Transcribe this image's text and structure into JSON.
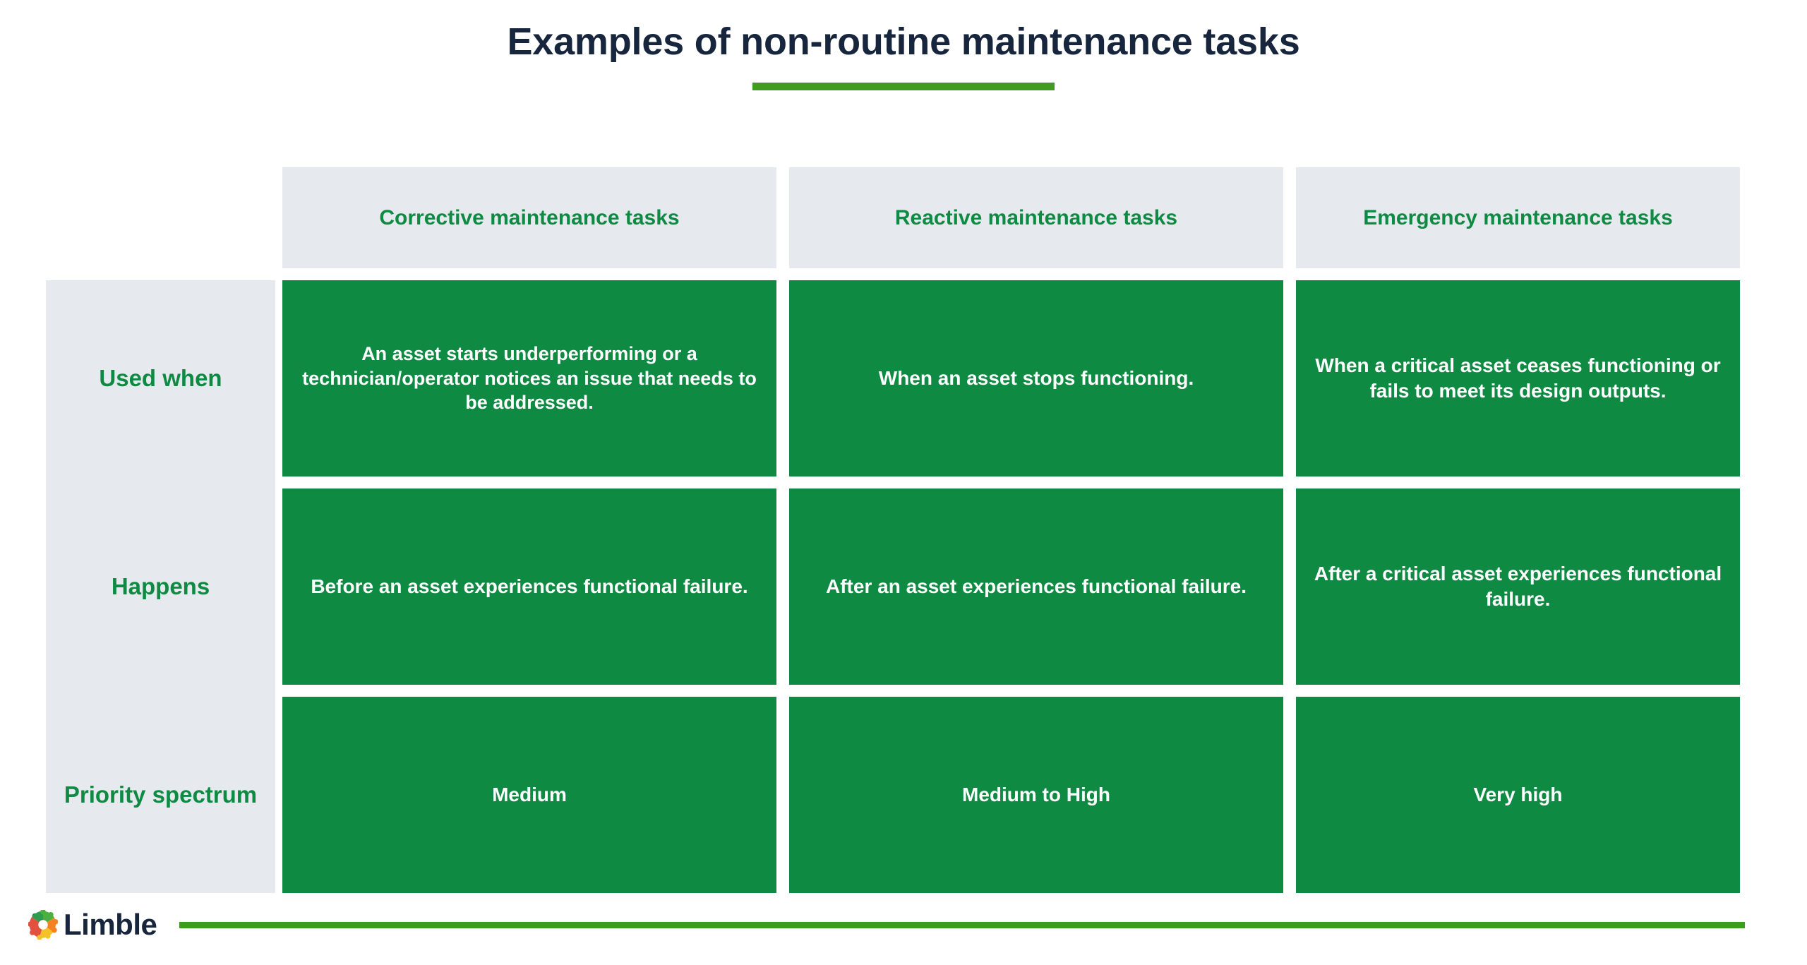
{
  "title": {
    "text": "Examples of non-routine maintenance tasks",
    "accent_color": "#3f9c21",
    "text_color": "#17263c"
  },
  "colors": {
    "cell_green": "#0e8a43",
    "header_gray": "#e6eaef",
    "accent_green": "#3f9c21",
    "navy": "#17263c",
    "cell_text": "#ffffff"
  },
  "table": {
    "corner_label": "",
    "columns": [
      {
        "label": "Corrective maintenance tasks"
      },
      {
        "label": "Reactive maintenance tasks"
      },
      {
        "label": "Emergency maintenance tasks"
      }
    ],
    "rows": [
      {
        "label": "Used when",
        "cells": [
          "An asset starts underperforming or a technician/operator notices an issue that needs to be addressed.",
          "When an asset stops functioning.",
          "When a critical asset ceases functioning or fails to meet its design outputs."
        ]
      },
      {
        "label": "Happens",
        "cells": [
          "Before an asset experiences functional failure.",
          "After an asset experiences functional failure.",
          "After a critical asset experiences functional failure."
        ]
      },
      {
        "label": "Priority spectrum",
        "cells": [
          "Medium",
          "Medium to High",
          "Very high"
        ]
      }
    ]
  },
  "footer": {
    "brand_name": "Limble",
    "logo_icon": "limble-gear-icon",
    "rule_color": "#3f9c21"
  }
}
